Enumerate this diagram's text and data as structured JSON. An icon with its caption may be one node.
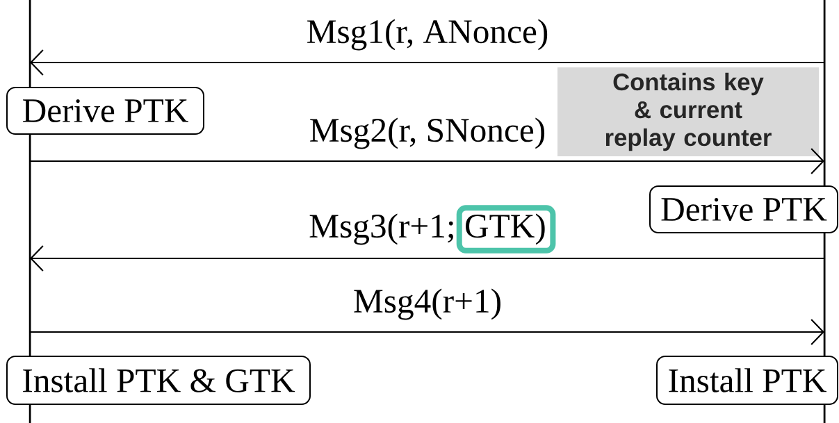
{
  "diagram": {
    "nodes": [
      {
        "text": [],
        "shape": "bar"
      },
      {
        "text": [],
        "shape": "bar"
      },
      {
        "text": [
          "Contains key & current replay counter"
        ]
      },
      {
        "text": [
          "Derive PTK"
        ]
      },
      {
        "text": [
          "Derive PTK"
        ]
      },
      {
        "text": [
          "Install PTK & GTK"
        ]
      },
      {
        "text": [
          "Install PTK"
        ]
      }
    ],
    "edges": [
      {
        "from": 1,
        "to": 0,
        "arrow": "to",
        "label": "Msg1(r, ANonce)"
      },
      {
        "from": 0,
        "to": 1,
        "arrow": "to",
        "label": "Msg2(r, SNonce)"
      },
      {
        "from": 1,
        "to": 0,
        "arrow": "to",
        "label": "Msg3(r+1; GTK)"
      },
      {
        "from": 0,
        "to": 1,
        "arrow": "to",
        "label": "Msg4(r+1)"
      }
    ]
  }
}
